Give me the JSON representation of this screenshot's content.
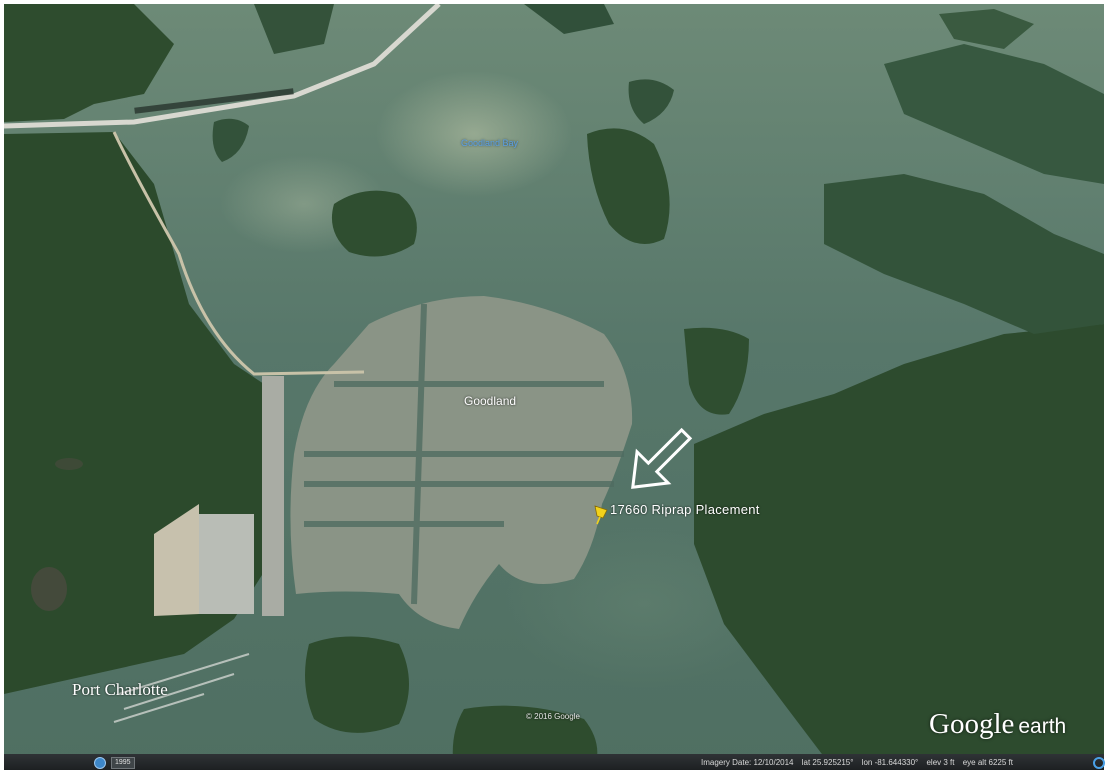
{
  "map": {
    "water_name": "Goodland Bay",
    "town_name": "Goodland",
    "annotation_label": "17660 Riprap Placement",
    "place_label": "Port Charlotte",
    "copyright": "© 2016 Google",
    "pin_color": "#f2d21b",
    "arrow_color": "#ffffff"
  },
  "logo": {
    "word1": "Google",
    "word2": "earth"
  },
  "status_bar": {
    "year_button": "1995",
    "imagery_date": "Imagery Date: 12/10/2014",
    "lat": "lat   25.925215°",
    "lon": "lon  -81.644330°",
    "elev": "elev    3 ft",
    "eye_alt": "eye alt   6225 ft"
  },
  "icons": {
    "tour": "historical-imagery-icon",
    "streaming": "streaming-status-icon",
    "pin": "placemark-pin-icon",
    "arrow": "pointer-arrow-icon"
  }
}
